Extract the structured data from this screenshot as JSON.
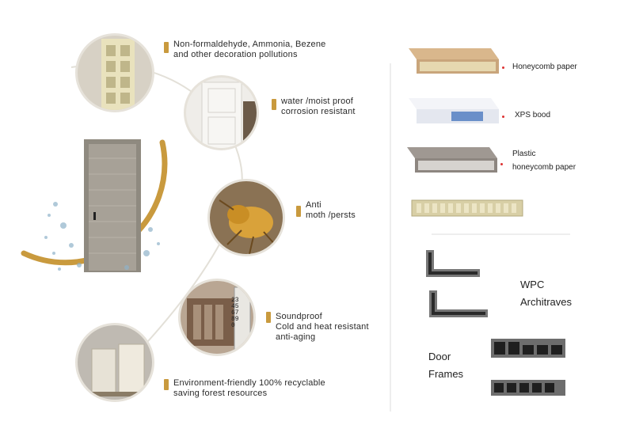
{
  "features": [
    {
      "lines": [
        "Non-formaldehyde, Ammonia, Bezene",
        "and other decoration pollutions"
      ]
    },
    {
      "lines": [
        "water /moist proof",
        "corrosion resistant"
      ]
    },
    {
      "lines": [
        "Anti",
        "moth /persts"
      ]
    },
    {
      "lines": [
        "Soundproof",
        "Cold and heat resistant",
        "anti-aging"
      ]
    },
    {
      "lines": [
        "Environment-friendly 100% recyclable",
        "saving forest resources"
      ]
    }
  ],
  "materials": [
    {
      "lines": [
        "Honeycomb paper"
      ]
    },
    {
      "lines": [
        "XPS bood"
      ]
    },
    {
      "lines": [
        "Plastic",
        "honeycomb paper"
      ]
    }
  ],
  "profiles": {
    "architraves": [
      "WPC",
      "Architraves"
    ],
    "door_frames": [
      "Door",
      "Frames"
    ]
  },
  "tape_digits": "234567890",
  "colors": {
    "gold": "#c99a3e",
    "door": "#9a958c",
    "core": "#d8cfa6"
  }
}
